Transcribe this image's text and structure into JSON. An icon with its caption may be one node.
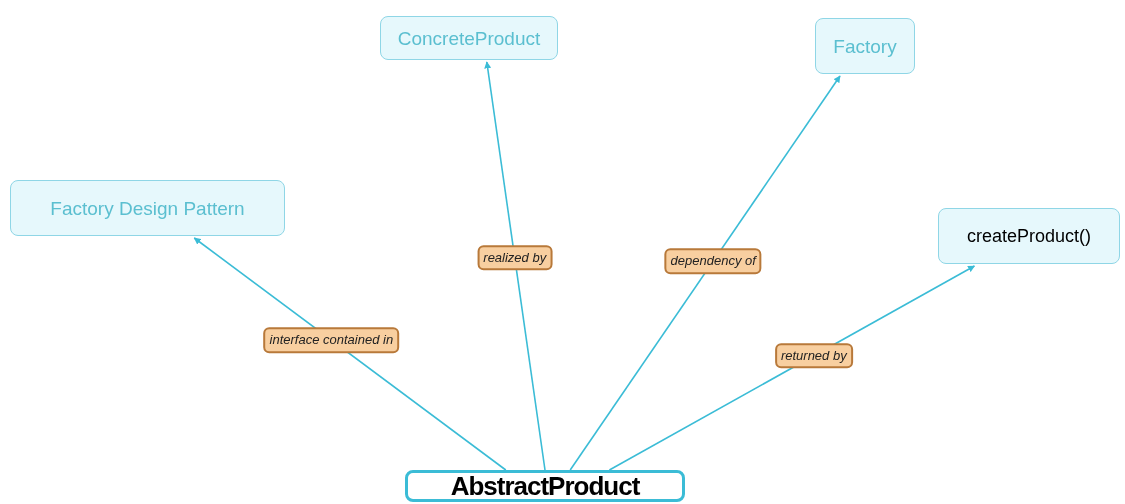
{
  "diagram": {
    "nodes": [
      {
        "text": [
          "ConcreteProduct"
        ]
      },
      {
        "text": [
          "Factory"
        ]
      },
      {
        "text": [
          "Factory Design Pattern"
        ]
      },
      {
        "text": [
          "createProduct()"
        ]
      },
      {
        "text": [
          "AbstractProduct"
        ]
      }
    ],
    "edges": [
      {
        "from": 4,
        "to": 2,
        "arrow": "to",
        "label": "interface contained in"
      },
      {
        "from": 4,
        "to": 0,
        "arrow": "to",
        "label": "realized by"
      },
      {
        "from": 4,
        "to": 1,
        "arrow": "to",
        "label": "dependency of"
      },
      {
        "from": 4,
        "to": 3,
        "arrow": "to",
        "label": "returned by"
      }
    ]
  }
}
